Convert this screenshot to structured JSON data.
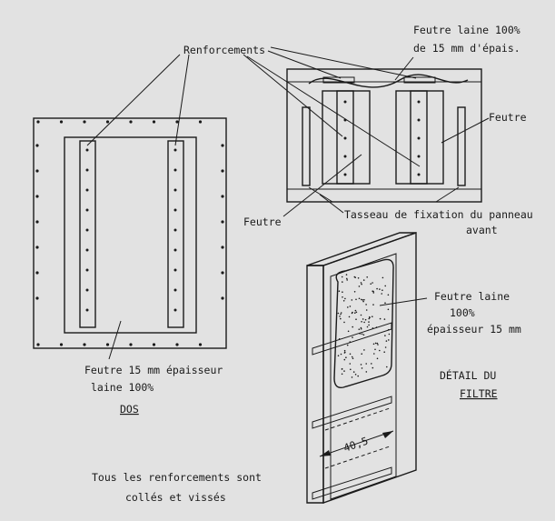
{
  "labels": {
    "renforcements": "Renforcements",
    "feutre_laine_top_1": "Feutre laine 100%",
    "feutre_laine_top_2": "de 15 mm d'épais.",
    "feutre_right": "Feutre",
    "feutre_left": "Feutre",
    "tasseau_1": "Tasseau de fixation du panneau",
    "tasseau_2": "avant",
    "filtre_feutre_1": "Feutre laine",
    "filtre_feutre_2": "100%",
    "filtre_feutre_3": "épaisseur 15 mm",
    "dos_feutre_1": "Feutre 15 mm épaisseur",
    "dos_feutre_2": "laine 100%",
    "dos_title": "DOS",
    "detail_1": "DÉTAIL DU",
    "detail_2": "FILTRE",
    "dimension": "40,5",
    "note_1": "Tous les renforcements sont",
    "note_2": "collés et vissés"
  },
  "colors": {
    "background": "#e2e2e2",
    "ink": "#1a1a1a",
    "panel": "#e6e6e6"
  }
}
